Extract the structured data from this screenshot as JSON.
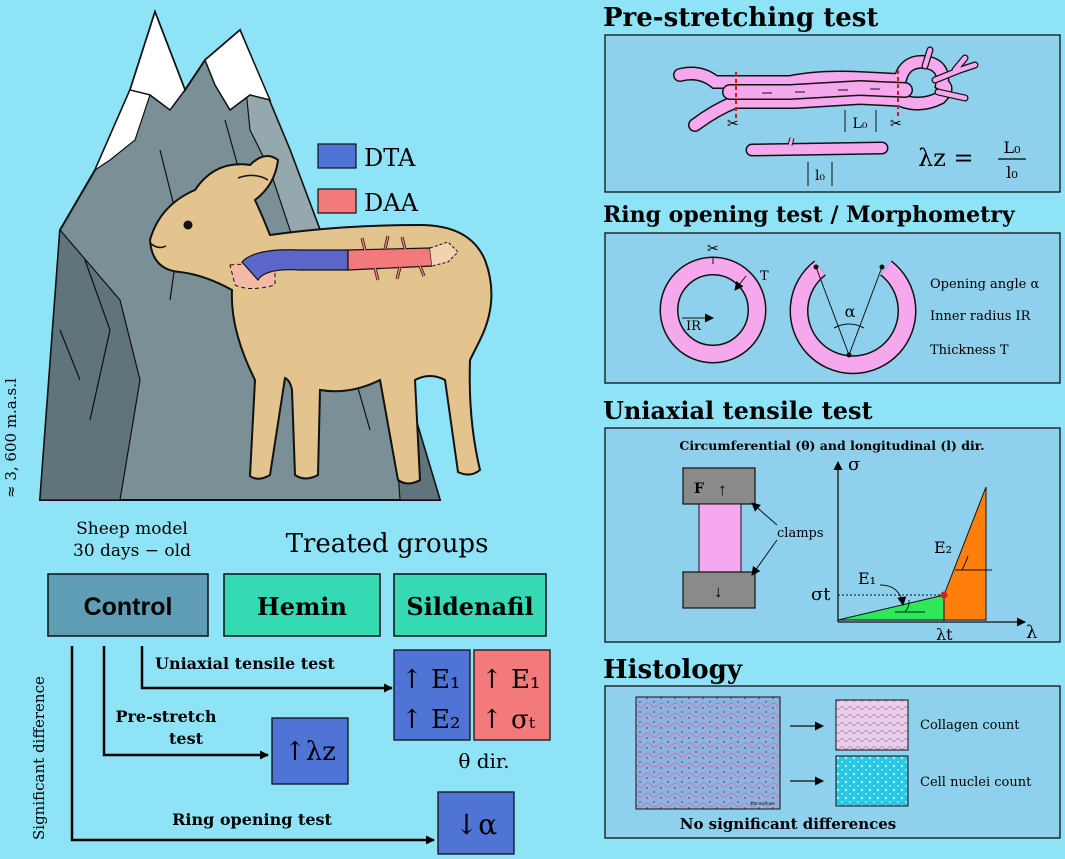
{
  "colors": {
    "background": "#8ee3f7",
    "panel": "#8fd1ec",
    "dta": "#4f74d6",
    "daa": "#f27a7a",
    "control_box": "#5e9db4",
    "treated_box": "#35d9b3",
    "sample_pink": "#f6a8ee",
    "e1_fill": "#2ee85a",
    "e2_fill": "#ff7f0e",
    "clamp": "#8a8a8a",
    "mountain": "#7a8f96",
    "snow": "#ffffff",
    "lamb": "#e3c48e"
  },
  "legend": {
    "dta": "DTA",
    "daa": "DAA"
  },
  "altitude": "≈ 3, 600 m.a.s.l",
  "sheep_model": {
    "line1": "Sheep model",
    "line2": "30 days − old"
  },
  "treated_groups": "Treated groups",
  "groups": {
    "control": "Control",
    "hemin": "Hemin",
    "sildenafil": "Sildenafil"
  },
  "significant_difference": "Significant difference",
  "results": {
    "uniaxial_label": "Uniaxial tensile test",
    "prestretch_label_1": "Pre-stretch",
    "prestretch_label_2": "test",
    "ring_label": "Ring opening test",
    "blue_line1": "↑ E₁",
    "blue_line2": "↑ E₂",
    "red_line1": "↑ E₁",
    "red_line2": "↑ σₜ",
    "theta_dir": "θ dir.",
    "lambda_z": "↑λz",
    "alpha": "↓α"
  },
  "prestretch": {
    "title": "Pre-stretching test",
    "L0": "L₀",
    "l0": "l₀",
    "formula_lhs": "λz =",
    "formula_num": "L₀",
    "formula_den": "l₀"
  },
  "ring": {
    "title": "Ring opening test / Morphometry",
    "T": "T",
    "IR": "IR",
    "alpha": "α",
    "scissors": "✂",
    "label_opening": "Opening angle α",
    "label_inner": "Inner radius IR",
    "label_thickness": "Thickness T"
  },
  "uniaxial": {
    "title": "Uniaxial tensile test",
    "subtitle": "Circumferential (θ) and longitudinal (l) dir.",
    "F": "F",
    "clamps": "clamps",
    "sigma": "σ",
    "sigma_t": "σt",
    "lambda": "λ",
    "lambda_t": "λt",
    "E1": "E₁",
    "E2": "E₂"
  },
  "histology": {
    "title": "Histology",
    "collagen": "Collagen count",
    "nuclei": "Cell nuclei count",
    "footer": "No significant differences",
    "scale": "100 microns"
  }
}
